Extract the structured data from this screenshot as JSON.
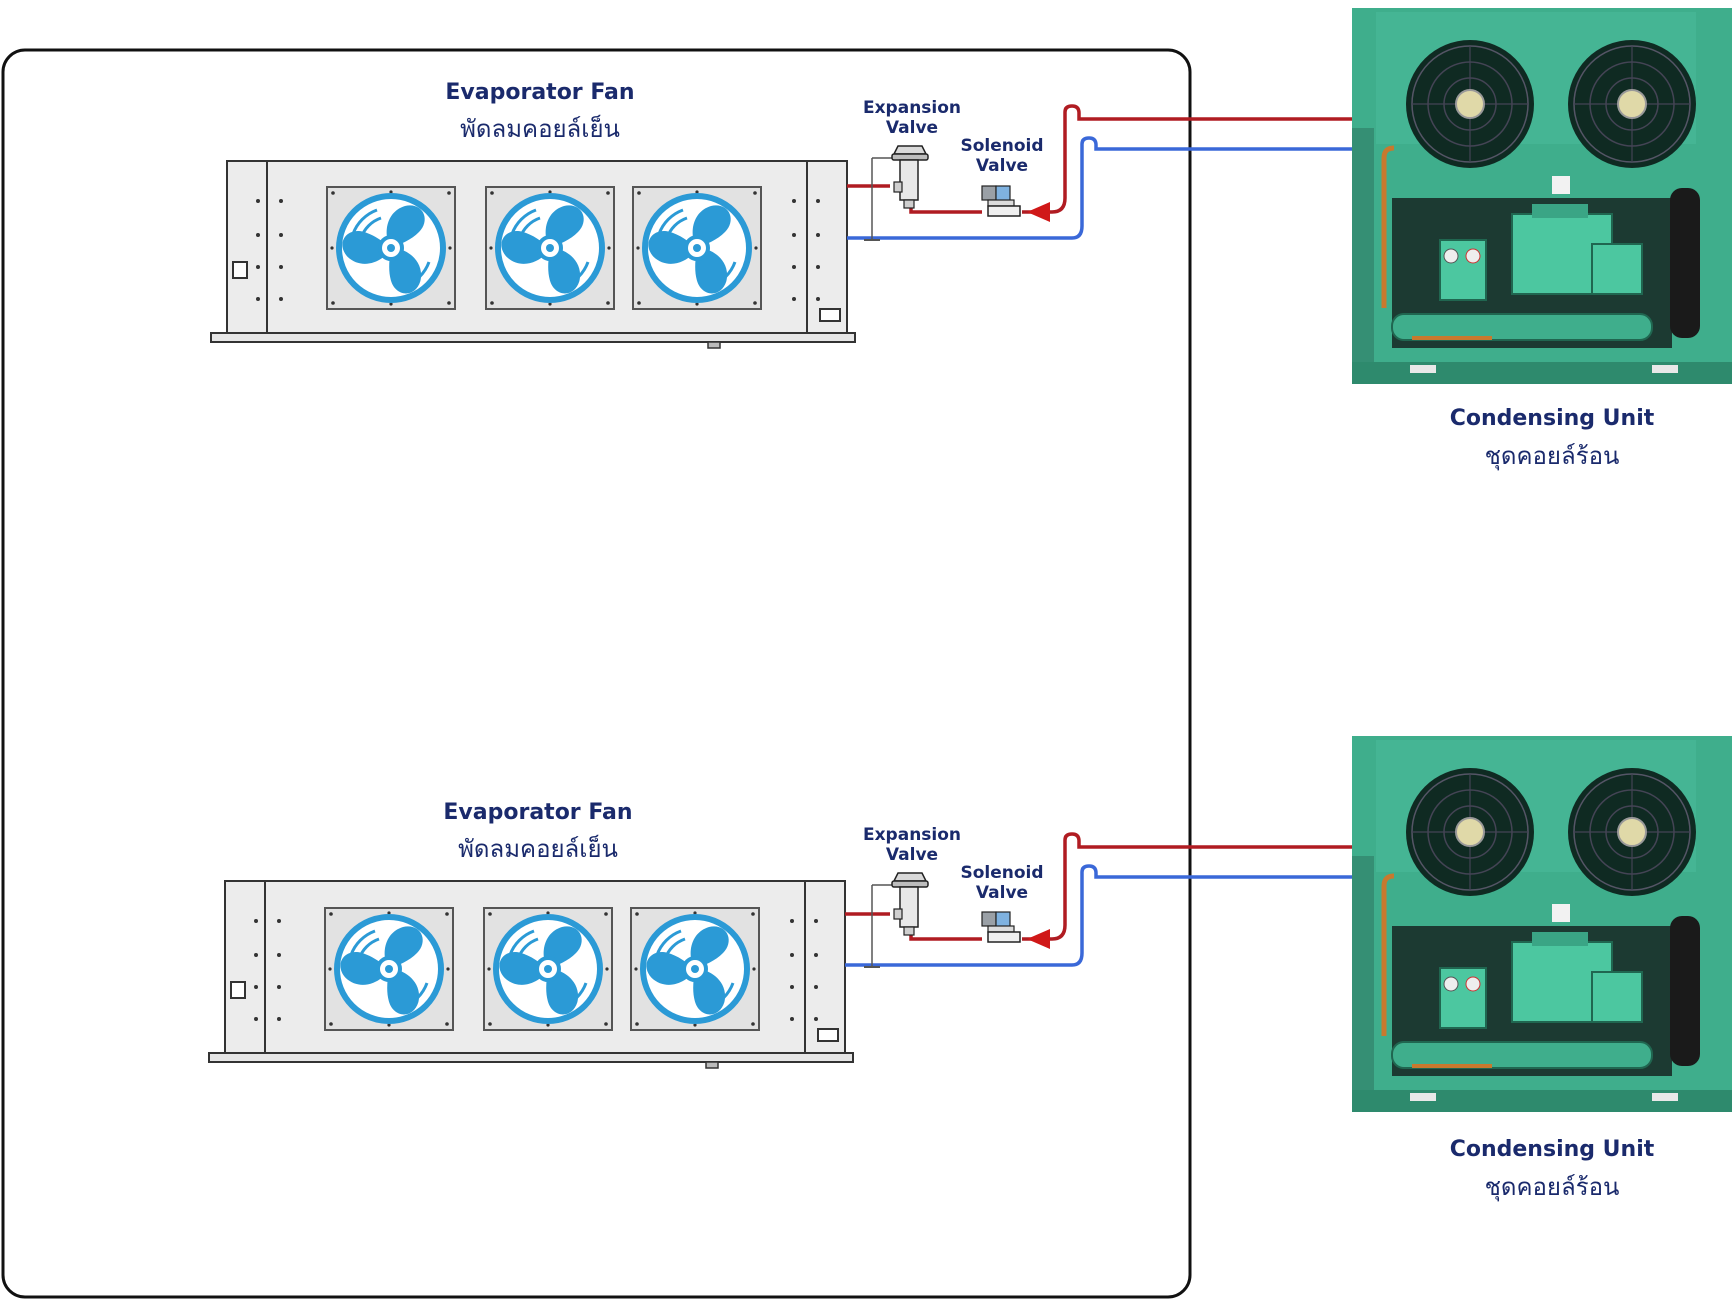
{
  "colors": {
    "liquid_line": "#b01c22",
    "suction_line": "#3a68d8",
    "label_text": "#1a2a6c",
    "fan_blue": "#2b9ad6",
    "unit_green": "#3fae8c",
    "unit_dark": "#0f2a22",
    "cabinet_gray": "#ececec"
  },
  "systems": [
    {
      "evaporator": {
        "title": "Evaporator Fan",
        "subtitle": "พัดลมคอยล์เย็น",
        "fan_icon": "fan-icon",
        "fan_count": 3
      },
      "expansion_valve": {
        "label_line1": "Expansion",
        "label_line2": "Valve"
      },
      "solenoid_valve": {
        "label_line1": "Solenoid",
        "label_line2": "Valve"
      },
      "condensing_unit": {
        "title": "Condensing Unit",
        "subtitle": "ชุดคอยล์ร้อน",
        "fan_count": 2
      }
    },
    {
      "evaporator": {
        "title": "Evaporator Fan",
        "subtitle": "พัดลมคอยล์เย็น",
        "fan_icon": "fan-icon",
        "fan_count": 3
      },
      "expansion_valve": {
        "label_line1": "Expansion",
        "label_line2": "Valve"
      },
      "solenoid_valve": {
        "label_line1": "Solenoid",
        "label_line2": "Valve"
      },
      "condensing_unit": {
        "title": "Condensing Unit",
        "subtitle": "ชุดคอยล์ร้อน",
        "fan_count": 2
      }
    }
  ]
}
